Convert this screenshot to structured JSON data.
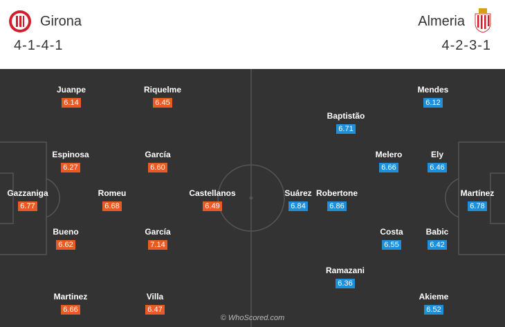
{
  "home": {
    "name": "Girona",
    "formation": "4-1-4-1",
    "crest_colors": {
      "primary": "#d11e2c",
      "secondary": "#ffffff"
    },
    "rating_color": "#e85b24",
    "players": [
      {
        "name": "Juanpe",
        "rating": "6.14"
      },
      {
        "name": "Riquelme",
        "rating": "6.45"
      },
      {
        "name": "Espinosa",
        "rating": "6.27"
      },
      {
        "name": "García",
        "rating": "6.60"
      },
      {
        "name": "Gazzaniga",
        "rating": "6.77"
      },
      {
        "name": "Romeu",
        "rating": "6.68"
      },
      {
        "name": "Castellanos",
        "rating": "6.49"
      },
      {
        "name": "Bueno",
        "rating": "6.62"
      },
      {
        "name": "García",
        "rating": "7.14"
      },
      {
        "name": "Martinez",
        "rating": "6.66"
      },
      {
        "name": "Villa",
        "rating": "6.47"
      }
    ]
  },
  "away": {
    "name": "Almeria",
    "formation": "4-2-3-1",
    "rating_color": "#1f8fda",
    "players": [
      {
        "name": "Mendes",
        "rating": "6.12"
      },
      {
        "name": "Baptistão",
        "rating": "6.71"
      },
      {
        "name": "Melero",
        "rating": "6.66"
      },
      {
        "name": "Ely",
        "rating": "6.46"
      },
      {
        "name": "Suárez",
        "rating": "6.84"
      },
      {
        "name": "Robertone",
        "rating": "6.86"
      },
      {
        "name": "Martínez",
        "rating": "6.78"
      },
      {
        "name": "Costa",
        "rating": "6.55"
      },
      {
        "name": "Babic",
        "rating": "6.42"
      },
      {
        "name": "Ramazani",
        "rating": "6.36"
      },
      {
        "name": "Akieme",
        "rating": "6.52"
      }
    ]
  },
  "pitch": {
    "background": "#333333",
    "line_color": "#555555"
  },
  "watermark": "© WhoScored.com"
}
